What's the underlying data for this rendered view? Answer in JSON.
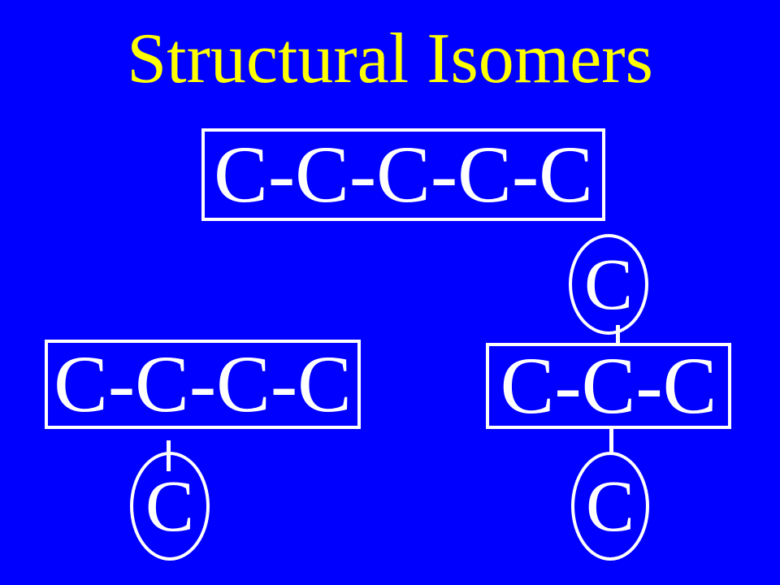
{
  "title": "Structural Isomers",
  "colors": {
    "background": "#0000ff",
    "title": "#ffff00",
    "foreground": "#ffffff"
  },
  "isomers": {
    "main_chain": "C-C-C-C-C",
    "left_chain": "C-C-C-C",
    "left_branch": "C",
    "right_chain": "C-C-C",
    "right_branch_top": "C",
    "right_branch_bottom": "C"
  }
}
